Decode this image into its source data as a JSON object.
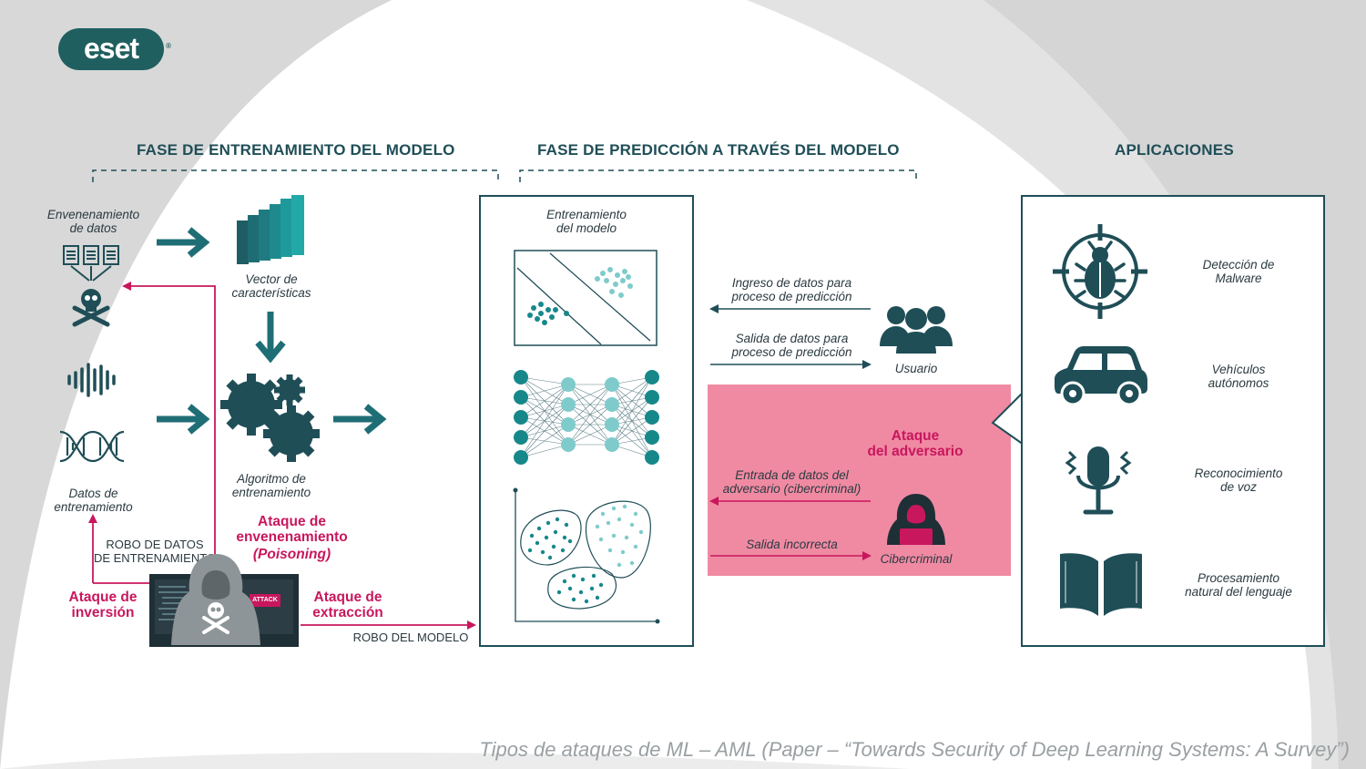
{
  "brand": {
    "logo": "eset"
  },
  "colors": {
    "teal": "#1f4e57",
    "accent": "#c8175d",
    "pink_panel": "#f08aa3",
    "light_teal": "#7fcbcb"
  },
  "headers": {
    "training": "FASE DE ENTRENAMIENTO DEL MODELO",
    "prediction": "FASE DE PREDICCIÓN A TRAVÉS DEL MODELO",
    "applications": "APLICACIONES"
  },
  "training": {
    "data_poisoning": "Envenenamiento\nde datos",
    "feature_vector": "Vector de\ncaracterísticas",
    "training_data": "Datos de\nentrenamiento",
    "training_algorithm": "Algoritmo de\nentrenamiento",
    "data_theft": "ROBO DE DATOS\nDE ENTRENAMIENTO",
    "model_theft": "ROBO DEL MODELO",
    "attack_inversion": "Ataque de\ninversión",
    "attack_poisoning": "Ataque de\nenvenenamiento",
    "attack_poisoning_en": "(Poisoning)",
    "attack_extraction": "Ataque de\nextracción",
    "attack_badge": "ATTACK"
  },
  "prediction": {
    "model_training": "Entrenamiento\ndel modelo",
    "input_data": "Ingreso de datos para\nproceso de predicción",
    "output_data": "Salida de datos para\nproceso de predicción",
    "user": "Usuario",
    "adversary_attack": "Ataque\ndel adversario",
    "adversary_input": "Entrada de datos del\nadversario (cibercriminal)",
    "wrong_output": "Salida incorrecta",
    "cybercriminal": "Cibercriminal"
  },
  "applications": [
    {
      "label": "Detección de\nMalware",
      "icon": "bug-target-icon"
    },
    {
      "label": "Vehículos\nautónomos",
      "icon": "car-icon"
    },
    {
      "label": "Reconocimiento\nde voz",
      "icon": "microphone-icon"
    },
    {
      "label": "Procesamiento\nnatural del lenguaje",
      "icon": "book-icon"
    }
  ],
  "footer": "Tipos de ataques de ML – AML (Paper – “Towards Security of Deep Learning Systems: A Survey”)"
}
